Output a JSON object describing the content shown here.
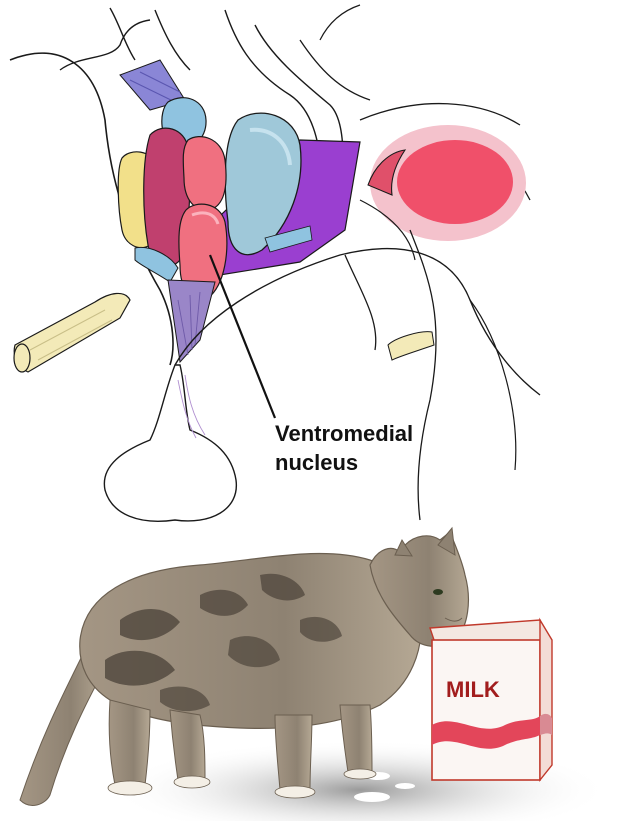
{
  "illustration": {
    "label_line1": "Ventromedial",
    "label_line2": "nucleus",
    "carton_text": "MILK"
  },
  "colors": {
    "outline": "#1a1a1a",
    "purple_region": "#9a3fd0",
    "pink_eye": "#f0506a",
    "yellow_nucleus": "#f2e08a",
    "blue_nucleus": "#8fc3e0",
    "red_nucleus": "#e0506a",
    "carton_red": "#c0392b",
    "cat_fur": "#9b8f7f"
  }
}
